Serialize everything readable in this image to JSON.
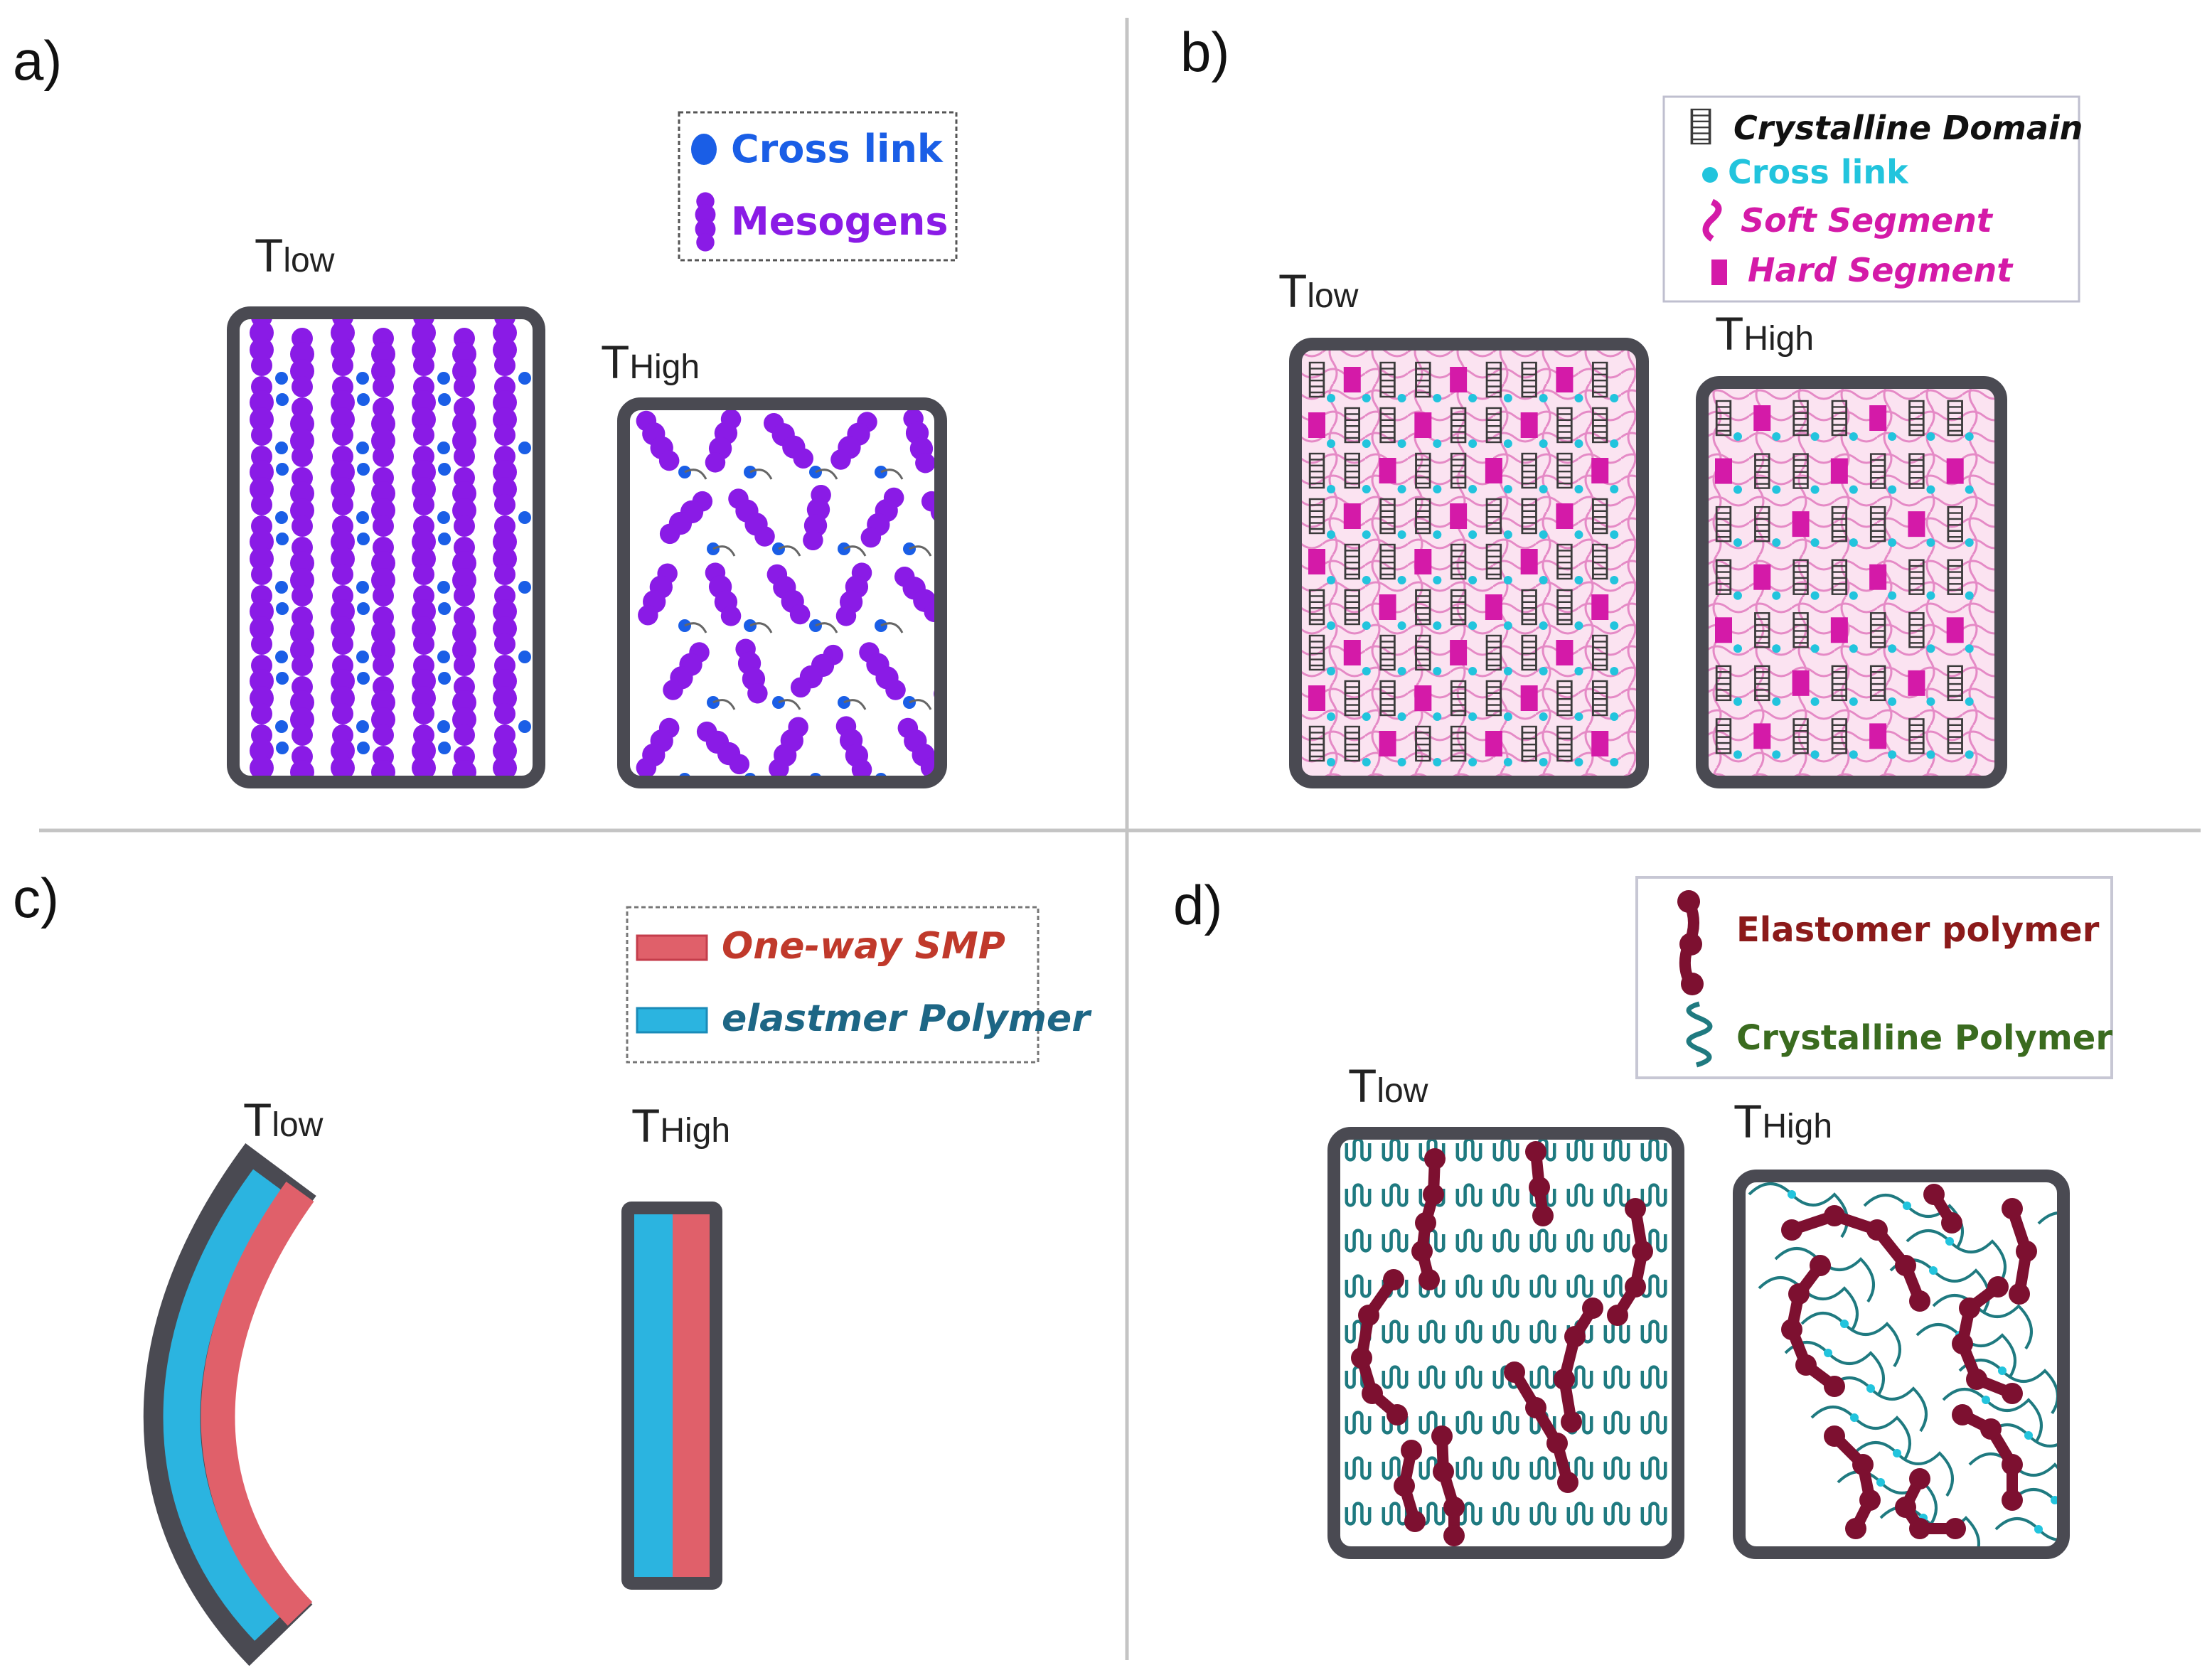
{
  "panels": {
    "a": {
      "label": "a)",
      "t_low": {
        "T": "T",
        "sub": "low"
      },
      "t_high": {
        "T": "T",
        "sub": "High"
      },
      "legend": [
        {
          "text": "Cross link",
          "color": "#1a5ee6"
        },
        {
          "text": "Mesogens",
          "color": "#8a1be6"
        }
      ]
    },
    "b": {
      "label": "b)",
      "t_low": {
        "T": "T",
        "sub": "low"
      },
      "t_high": {
        "T": "T",
        "sub": "High"
      },
      "legend": [
        {
          "text": "Crystalline Domain",
          "color": "#111111"
        },
        {
          "text": "Cross link",
          "color": "#22c4dd"
        },
        {
          "text": "Soft Segment",
          "color": "#d41aa8"
        },
        {
          "text": "Hard Segment",
          "color": "#d41aa8"
        }
      ]
    },
    "c": {
      "label": "c)",
      "t_low": {
        "T": "T",
        "sub": "low"
      },
      "t_high": {
        "T": "T",
        "sub": "High"
      },
      "legend": [
        {
          "text": "One-way SMP",
          "color": "#c0392b"
        },
        {
          "text": "elastmer Polymer",
          "color": "#1d6685"
        }
      ]
    },
    "d": {
      "label": "d)",
      "t_low": {
        "T": "T",
        "sub": "low"
      },
      "t_high": {
        "T": "T",
        "sub": "High"
      },
      "legend": [
        {
          "text": "Elastomer polymer",
          "color": "#8b1a1a"
        },
        {
          "text": "Crystalline Polymer",
          "color": "#3a6b1f"
        }
      ]
    }
  },
  "colors": {
    "frame": "#4a4a52",
    "mesogen": "#8a1be6",
    "crosslink": "#1a5ee6",
    "crystal": "#3a3a3a",
    "hard": "#d41aa8",
    "soft_bg": "#f7cfe8",
    "smp": "#e0606a",
    "elastomer_blue": "#2bb4e0",
    "elastomer_chain": "#7d1030",
    "crystalline_chain": "#1f7a80"
  }
}
